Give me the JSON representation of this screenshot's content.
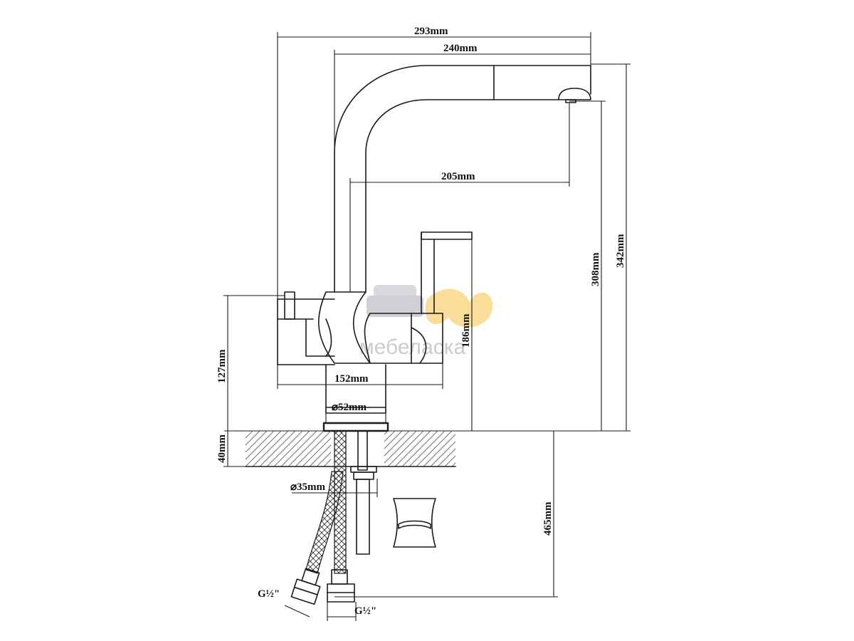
{
  "dimensions": {
    "overall_width": "293mm",
    "spout_reach_outer": "240mm",
    "spout_reach_inner": "205mm",
    "total_height": "342mm",
    "spout_height": "308mm",
    "body_height": "186mm",
    "base_height": "127mm",
    "body_width": "152mm",
    "base_diameter": "⌀52mm",
    "countertop_thickness": "40mm",
    "hole_diameter": "⌀35mm",
    "hose_length": "465mm",
    "thread_left": "G½\"",
    "thread_right": "G½\""
  },
  "watermark": {
    "text": "мебеласка",
    "colors": {
      "grey": "#d4d7da",
      "yellow": "#f7d27a"
    }
  },
  "colors": {
    "line": "#1a1a1a",
    "hatch": "#555555"
  }
}
